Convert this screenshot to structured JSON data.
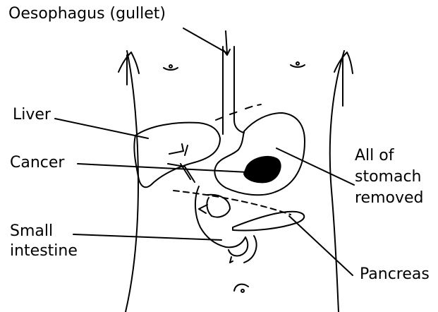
{
  "labels": {
    "oesophagus": "Oesophagus (gullet)",
    "liver": "Liver",
    "cancer": "Cancer",
    "small_intestine": [
      "Small",
      "intestine"
    ],
    "stomach_removed": [
      "All of",
      "stomach",
      "removed"
    ],
    "pancreas": "Pancreas"
  },
  "colors": {
    "ink": "#000000",
    "background": "#ffffff"
  }
}
